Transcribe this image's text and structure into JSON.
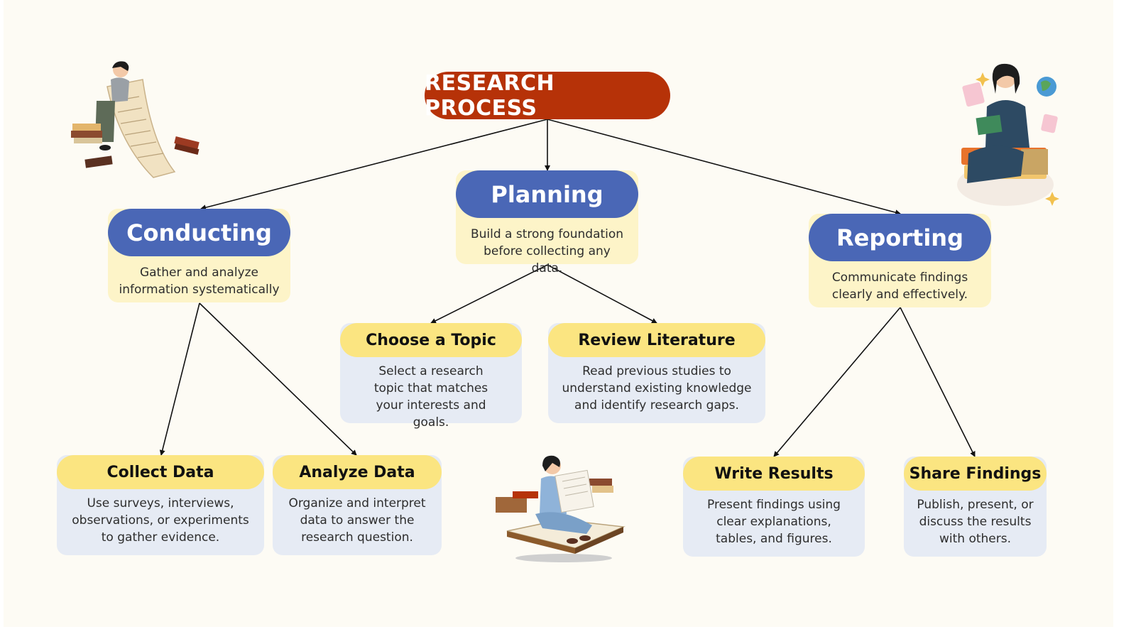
{
  "title": "RESEARCH PROCESS",
  "stages": {
    "planning": {
      "label": "Planning",
      "description": "Build a strong foundation before collecting any data."
    },
    "conducting": {
      "label": "Conducting",
      "description": "Gather and analyze information systematically"
    },
    "reporting": {
      "label": "Reporting",
      "description": "Communicate findings clearly and effectively."
    }
  },
  "steps": {
    "choose_topic": {
      "label": "Choose a Topic",
      "description": "Select a research topic that matches your interests and goals."
    },
    "review_literature": {
      "label": "Review Literature",
      "description": "Read previous studies to understand existing knowledge and identify research gaps."
    },
    "collect_data": {
      "label": "Collect Data",
      "description": "Use surveys, interviews, observations, or experiments to gather evidence."
    },
    "analyze_data": {
      "label": "Analyze Data",
      "description": "Organize and interpret data to answer the research question."
    },
    "write_results": {
      "label": "Write Results",
      "description": "Present findings using clear explanations, tables, and figures."
    },
    "share_findings": {
      "label": "Share Findings",
      "description": "Publish, present, or discuss the results with others."
    }
  },
  "illustrations": [
    "woman-reading-scroll",
    "woman-reading-book-on-books",
    "woman-reading-newspaper-on-book"
  ],
  "colors": {
    "title_bg": "#b63208",
    "stage_bg": "#4a67b6",
    "stage_desc_bg": "#fdf4c8",
    "step_head_bg": "#fbe581",
    "step_desc_bg": "#e6ebf4",
    "background": "#fdfbf4"
  }
}
